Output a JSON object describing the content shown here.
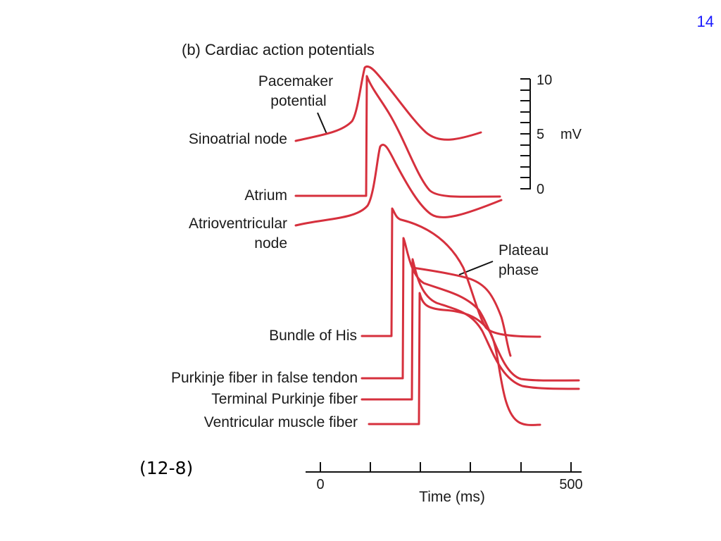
{
  "slide": {
    "number": "14",
    "caption": "(12-8)"
  },
  "figure": {
    "title": "(b) Cardiac action potentials",
    "traces": [
      {
        "id": "sinoatrial-node",
        "label": "Sinoatrial node"
      },
      {
        "id": "atrium",
        "label": "Atrium"
      },
      {
        "id": "atrioventricular-node",
        "label_lines": [
          "Atrioventricular",
          "node"
        ]
      },
      {
        "id": "bundle-of-his",
        "label": "Bundle of His"
      },
      {
        "id": "purkinje-false-tendon",
        "label": "Purkinje fiber in false tendon"
      },
      {
        "id": "terminal-purkinje",
        "label": "Terminal Purkinje fiber"
      },
      {
        "id": "ventricular-muscle",
        "label": "Ventricular muscle fiber"
      }
    ],
    "annotations": {
      "pacemaker_lines": [
        "Pacemaker",
        "potential"
      ],
      "plateau_lines": [
        "Plateau",
        "phase"
      ]
    },
    "voltage_scale": {
      "unit": "mV",
      "tick_labels": [
        "10",
        "5",
        "0"
      ]
    },
    "time_axis": {
      "label": "Time (ms)",
      "tick_labels": [
        "0",
        "500"
      ],
      "tick_count": 6
    },
    "trace_color": "#d6303d"
  }
}
